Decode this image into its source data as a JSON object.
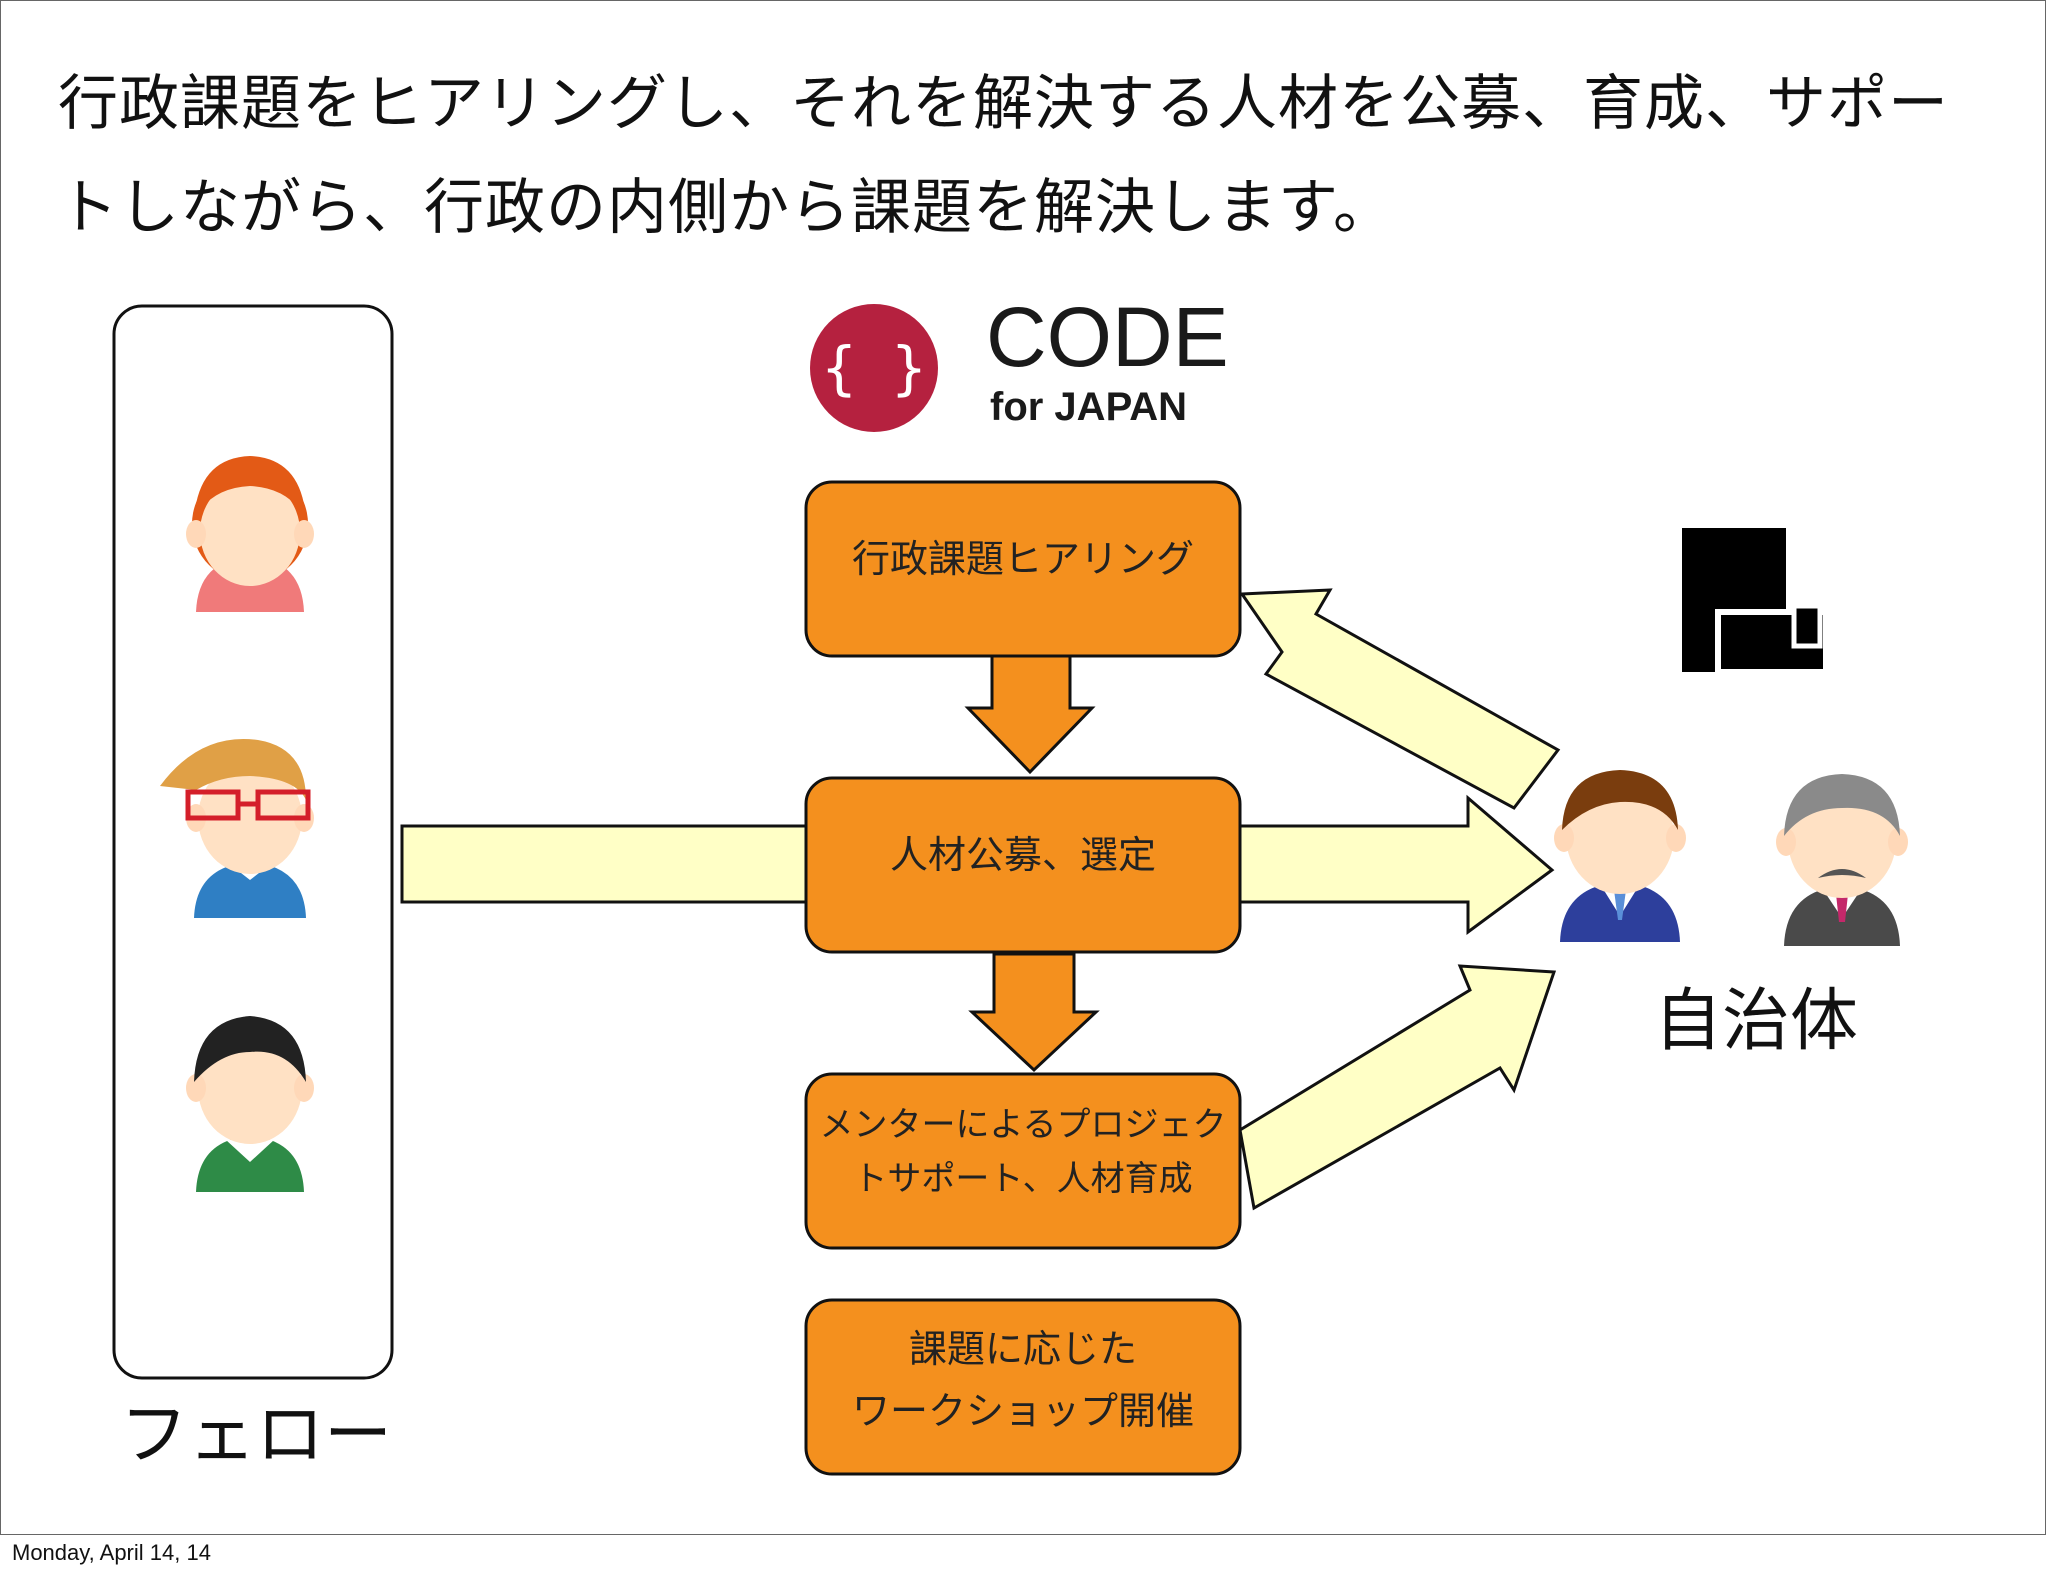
{
  "headline": "行政課題をヒアリングし、それを解決する人材を公募、育成、サポートしながら、行政の内側から課題を解決します。",
  "logo": {
    "code": "CODE",
    "sub": "for JAPAN",
    "brace": "{ }"
  },
  "boxes": {
    "hearing": "行政課題ヒアリング",
    "recruit": "人材公募、選定",
    "mentor_line1": "メンターによるプロジェク",
    "mentor_line2": "トサポート、人材育成",
    "workshop_line1": "課題に応じた",
    "workshop_line2": "ワークショップ開催"
  },
  "labels": {
    "fellow": "フェロー",
    "municipality": "自治体"
  },
  "footer": "Monday, April 14, 14",
  "colors": {
    "box_fill": "#f4901e",
    "arrow_fill": "#ffffc6",
    "logo_red": "#b5213f"
  }
}
